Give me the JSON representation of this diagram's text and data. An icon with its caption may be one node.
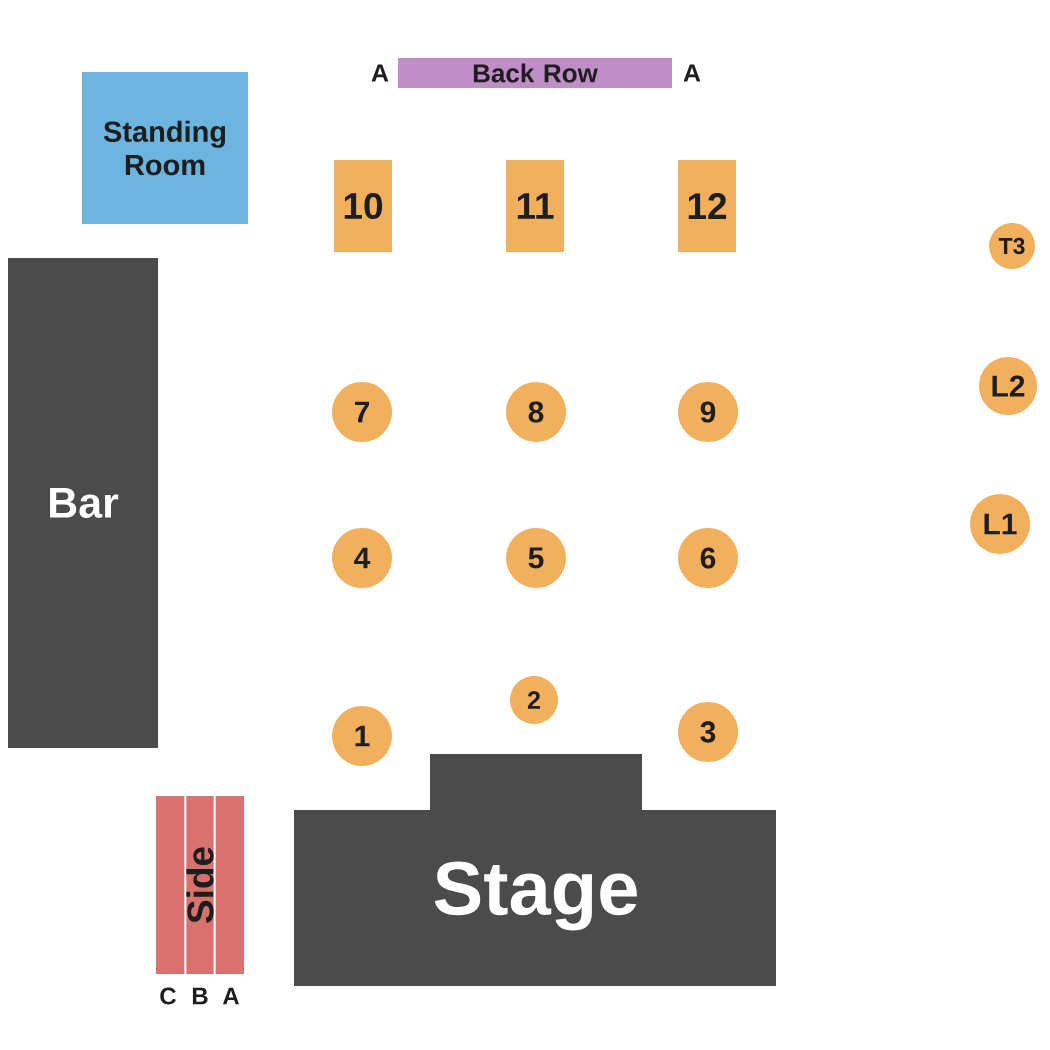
{
  "diagram": {
    "nodes": [
      {
        "text": [
          "Back Row"
        ],
        "beside": [
          "A",
          "A"
        ]
      },
      {
        "text": [
          "Standing Room"
        ]
      },
      {
        "text": [
          "10"
        ]
      },
      {
        "text": [
          "11"
        ]
      },
      {
        "text": [
          "12"
        ]
      },
      {
        "text": [
          "T3"
        ]
      },
      {
        "text": [
          "Bar"
        ]
      },
      {
        "text": [
          "7"
        ]
      },
      {
        "text": [
          "8"
        ]
      },
      {
        "text": [
          "9"
        ]
      },
      {
        "text": [
          "L2"
        ]
      },
      {
        "text": [
          "L1"
        ]
      },
      {
        "text": [
          "4"
        ]
      },
      {
        "text": [
          "5"
        ]
      },
      {
        "text": [
          "6"
        ]
      },
      {
        "text": [
          "2"
        ]
      },
      {
        "text": [
          "1"
        ]
      },
      {
        "text": [
          "3"
        ]
      },
      {
        "text": [
          "Side"
        ],
        "beside": [
          "C",
          "B",
          "A"
        ]
      },
      {
        "text": [
          "Stage"
        ]
      }
    ]
  }
}
